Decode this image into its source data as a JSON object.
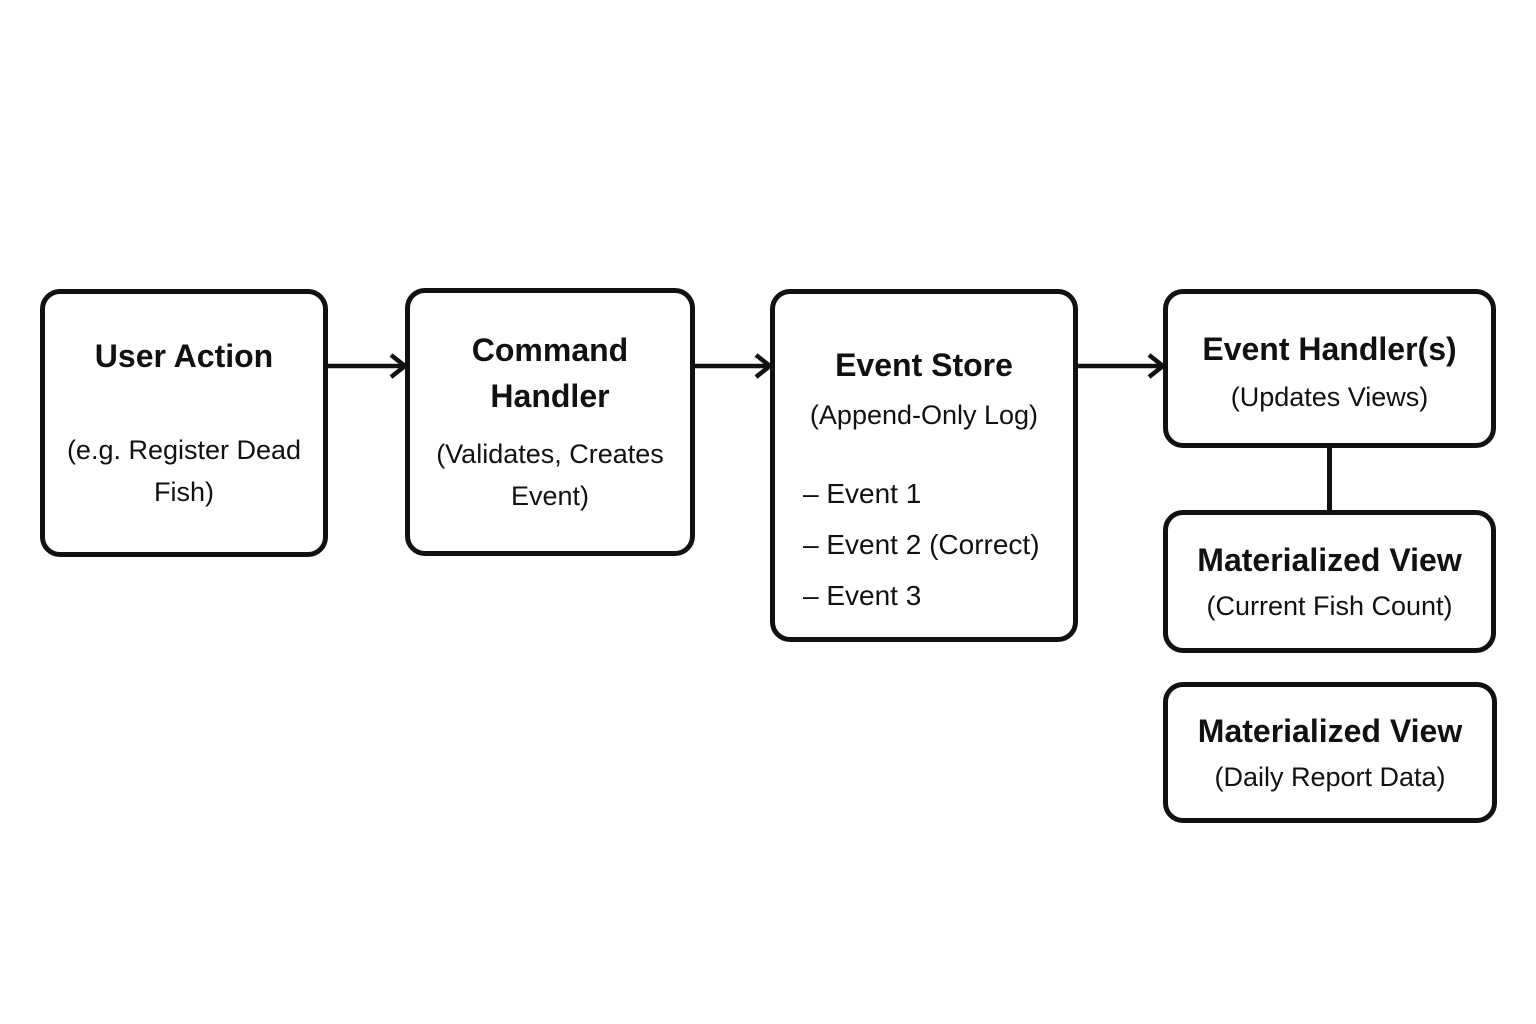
{
  "canvas": {
    "background_color": "#ffffff",
    "line_color": "#111111"
  },
  "boxes": {
    "user_action": {
      "title": "User Action",
      "subtitle": "(e.g. Register Dead Fish)"
    },
    "command_handler": {
      "title": "Command Handler",
      "subtitle": "(Validates, Creates Event)"
    },
    "event_store": {
      "title": "Event Store",
      "subtitle": "(Append-Only Log)",
      "items": [
        "– Event 1",
        "– Event 2 (Correct)",
        "– Event 3"
      ]
    },
    "event_handlers": {
      "title": "Event Handler(s)",
      "subtitle": "(Updates Views)"
    },
    "materialized_view_count": {
      "title": "Materialized View",
      "subtitle": "(Current Fish Count)"
    },
    "materialized_view_report": {
      "title": "Materialized View",
      "subtitle": "(Daily Report Data)"
    }
  }
}
